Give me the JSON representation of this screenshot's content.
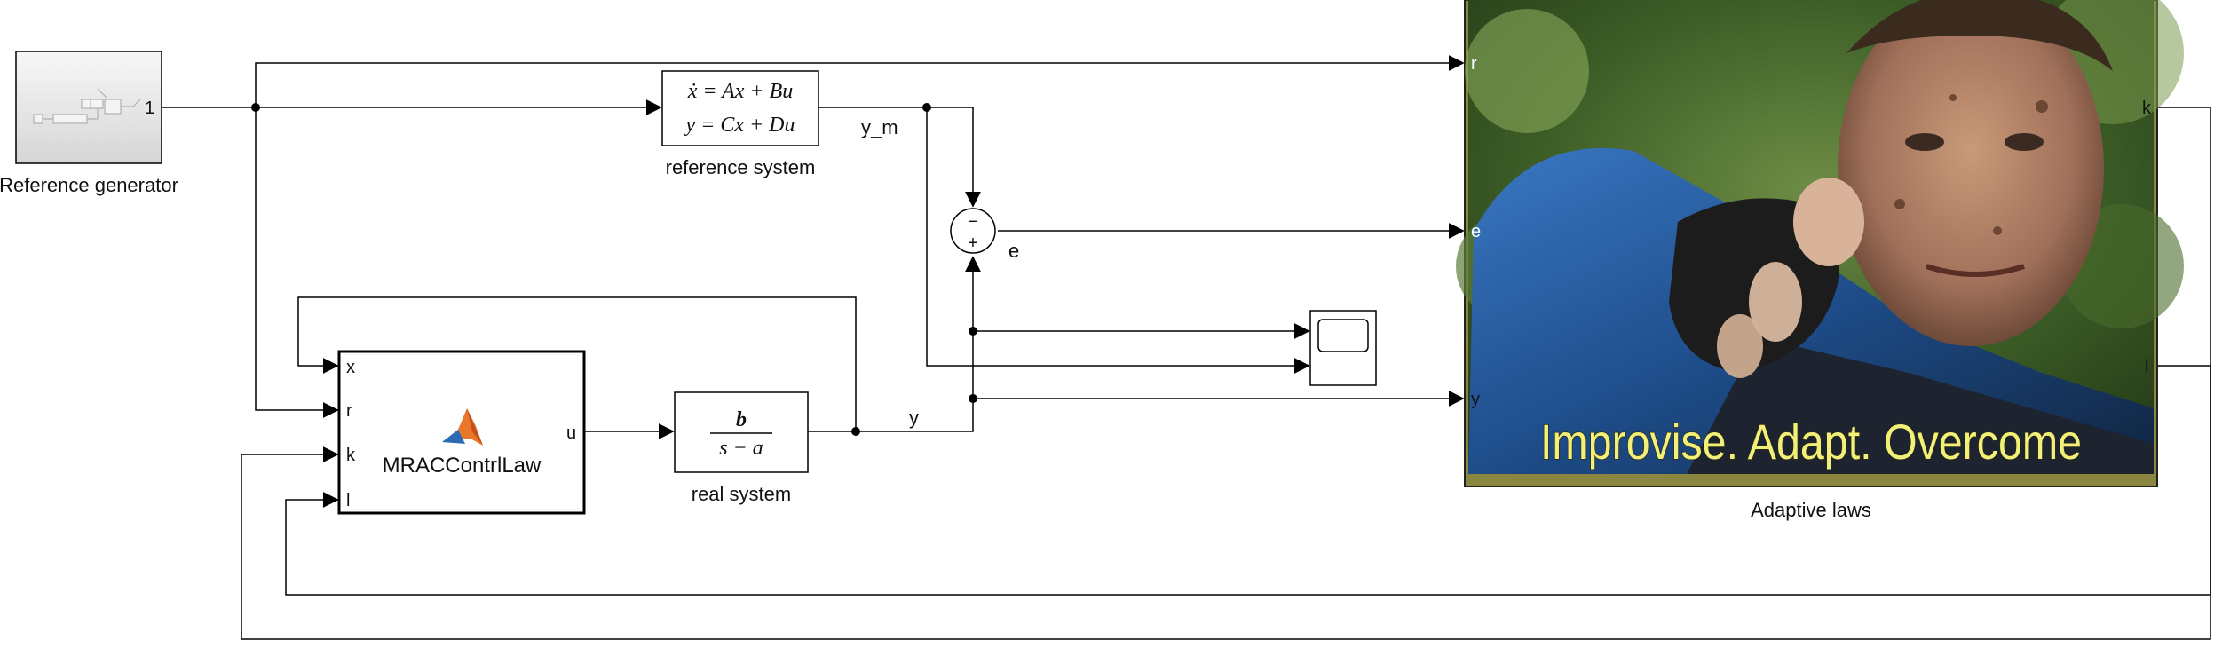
{
  "blocks": {
    "reference_generator": {
      "label": "Reference generator",
      "port_out": "1"
    },
    "reference_system": {
      "label": "reference system",
      "eq1": "ẋ = Ax + Bu",
      "eq2": "y = Cx + Du"
    },
    "real_system": {
      "label": "real system",
      "num": "b",
      "den": "s − a"
    },
    "controller": {
      "label": "MRACContrlLaw",
      "in_x": "x",
      "in_r": "r",
      "in_k": "k",
      "in_l": "l",
      "out_u": "u"
    },
    "sum": {
      "minus": "−",
      "plus": "+"
    },
    "adaptive_laws": {
      "label": "Adaptive laws",
      "in_r": "r",
      "in_e": "e",
      "in_y": "y",
      "out_k": "k",
      "out_l": "l",
      "image_caption": "Improvise. Adapt. Overcome"
    }
  },
  "signals": {
    "y_m": "y_m",
    "e": "e",
    "y": "y"
  },
  "colors": {
    "line": "#000000",
    "block_border": "#000000",
    "caption": "#f3f07a",
    "matlab_orange": "#e8762b",
    "matlab_blue": "#2a6bb3"
  }
}
